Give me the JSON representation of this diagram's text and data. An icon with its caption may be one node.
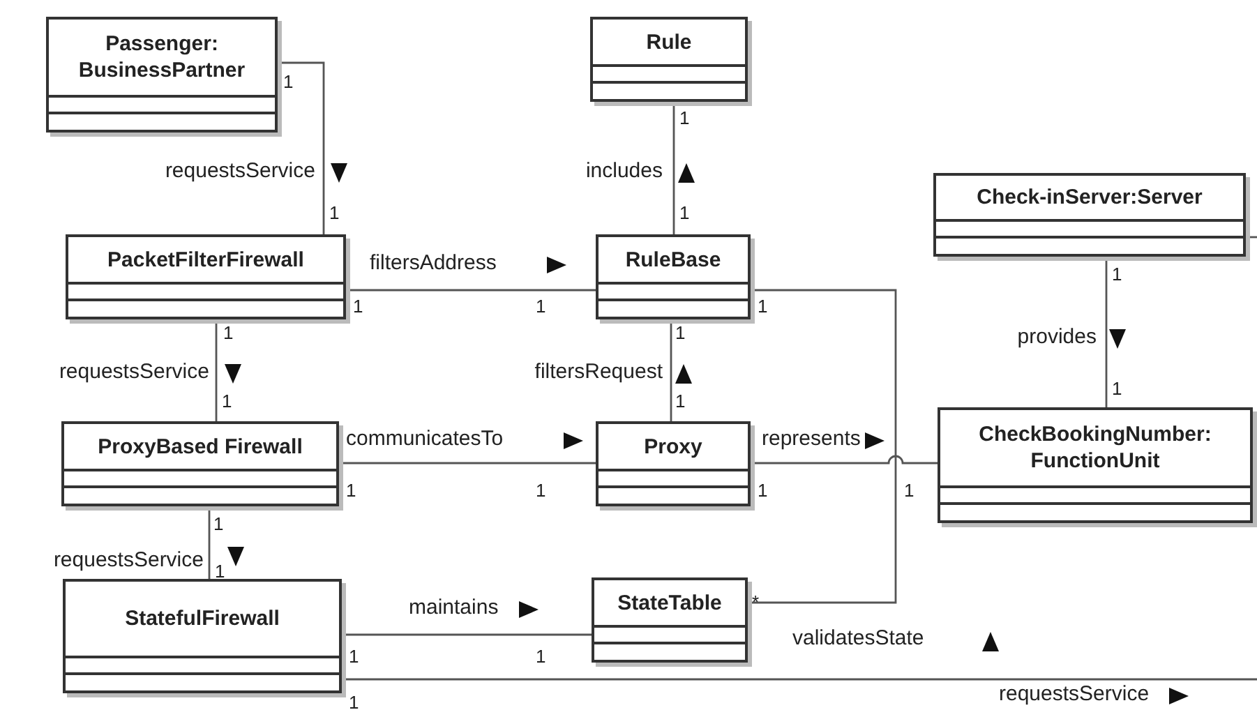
{
  "diagram": {
    "nodes": [
      {
        "text": [
          "Passenger: BusinessPartner"
        ]
      },
      {
        "text": [
          "Rule"
        ]
      },
      {
        "text": [
          "Check-inServer:Server"
        ]
      },
      {
        "text": [
          "PacketFilterFirewall"
        ]
      },
      {
        "text": [
          "RuleBase"
        ]
      },
      {
        "text": [
          "ProxyBased Firewall"
        ]
      },
      {
        "text": [
          "Proxy"
        ]
      },
      {
        "text": [
          "CheckBookingNumber: FunctionUnit"
        ]
      },
      {
        "text": [
          "StatefulFirewall"
        ]
      },
      {
        "text": [
          "StateTable"
        ]
      }
    ],
    "edges": [
      {
        "from": 0,
        "to": 3,
        "arrow": "none",
        "label": "requestsService"
      },
      {
        "from": 1,
        "to": 4,
        "arrow": "none",
        "label": "includes"
      },
      {
        "from": 3,
        "to": 4,
        "arrow": "none",
        "label": "filtersAddress"
      },
      {
        "from": 3,
        "to": 5,
        "arrow": "none",
        "label": "requestsService"
      },
      {
        "from": 4,
        "to": 6,
        "arrow": "none",
        "label": "filtersRequest"
      },
      {
        "from": 2,
        "to": 7,
        "arrow": "none",
        "label": "provides"
      },
      {
        "from": 5,
        "to": 6,
        "arrow": "none",
        "label": "communicatesTo"
      },
      {
        "from": 6,
        "to": 7,
        "arrow": "none",
        "label": "represents"
      },
      {
        "from": 5,
        "to": 8,
        "arrow": "none",
        "label": "requestsService"
      },
      {
        "from": 8,
        "to": 9,
        "arrow": "none",
        "label": "maintains"
      },
      {
        "from": 4,
        "to": 9,
        "arrow": "none",
        "label": "validatesState"
      },
      {
        "from": 8,
        "to": null,
        "arrow": "none",
        "label": "requestsService"
      },
      {
        "from": 2,
        "to": null,
        "arrow": "none"
      }
    ],
    "labels": [
      "1",
      "1",
      "1",
      "1",
      "1",
      "1",
      "1",
      "1",
      "1",
      "1",
      "1",
      "1",
      "1",
      "1",
      "1",
      "1",
      "1",
      "1",
      "1",
      "1",
      "1",
      "*",
      "1"
    ]
  }
}
